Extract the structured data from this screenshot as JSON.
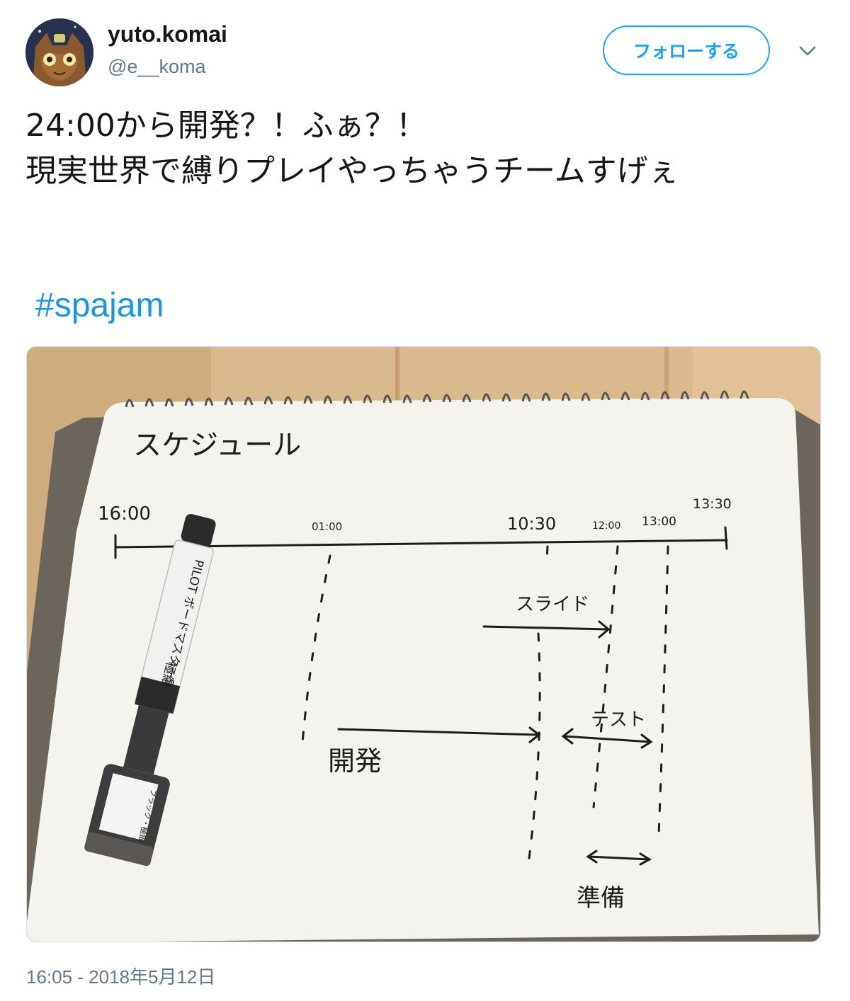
{
  "tweet": {
    "author": {
      "display_name": "yuto.komai",
      "handle": "@e__koma"
    },
    "follow_button_label": "フォローする",
    "text": "24:00から開発？！ふぁ？！\n現実世界で縛りプレイやっちゃうチームすげぇ",
    "hashtag": "#spajam",
    "timestamp": "16:05 - 2018年5月12日"
  },
  "photo": {
    "title": "スケジュール",
    "times": [
      "16:00",
      "01:00",
      "10:30",
      "12:00",
      "13:00",
      "13:30"
    ],
    "labels": {
      "slide": "スライド",
      "test": "テスト",
      "dev": "開発",
      "prep": "準備"
    },
    "marker_text": "PILOT ボードマスターS",
    "marker_side": "極細",
    "marker_tag": "ブラック・極細"
  },
  "colors": {
    "link": "#1b95e0",
    "follow": "#1da1f2",
    "secondary": "#657786"
  },
  "icons": [
    "avatar-cat-image",
    "chevron-down-icon"
  ]
}
